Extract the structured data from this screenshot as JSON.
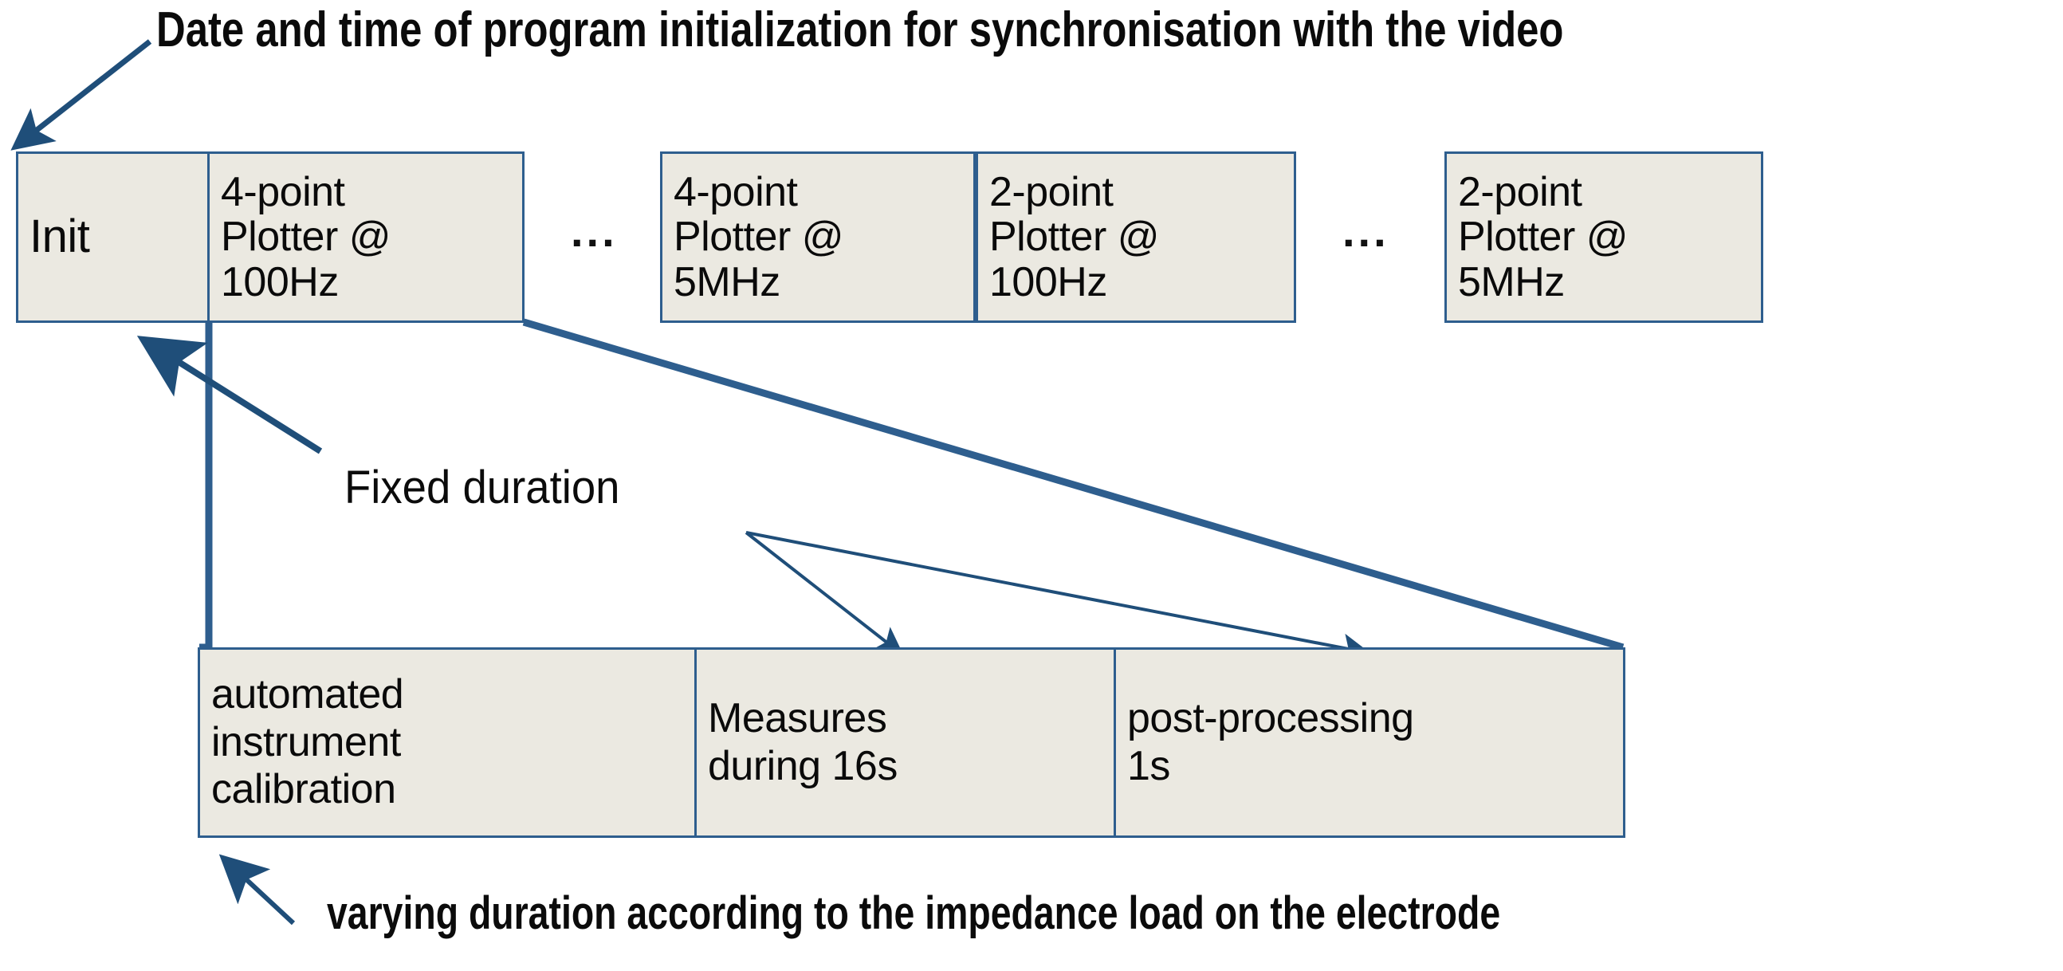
{
  "diagram": {
    "title_note": "Date and time of program initialization for synchronisation with the video",
    "fixed_duration_label": "Fixed duration",
    "varying_duration_note": "varying duration according to the impedance load on the electrode",
    "ellipsis": "...",
    "colors": {
      "box_fill": "#EBE9E1",
      "box_border": "#2E5E8E",
      "connector": "#2E5E8E",
      "text": "#0A0A0A",
      "background": "#FFFFFF"
    },
    "top_row": [
      {
        "id": "init",
        "label": "Init"
      },
      {
        "id": "plot-4p-100hz",
        "label": "4-point\nPlotter  @\n100Hz"
      },
      {
        "id": "plot-4p-5mhz",
        "label": "4-point\nPlotter  @\n5MHz"
      },
      {
        "id": "plot-2p-100hz",
        "label": "2-point\nPlotter  @\n100Hz"
      },
      {
        "id": "plot-2p-5mhz",
        "label": "2-point\nPlotter  @\n5MHz"
      }
    ],
    "bottom_row": [
      {
        "id": "calibration",
        "label": "automated\ninstrument\ncalibration"
      },
      {
        "id": "measures",
        "label": "Measures\nduring 16s"
      },
      {
        "id": "post-processing",
        "label": "post-processing\n1s"
      }
    ]
  }
}
